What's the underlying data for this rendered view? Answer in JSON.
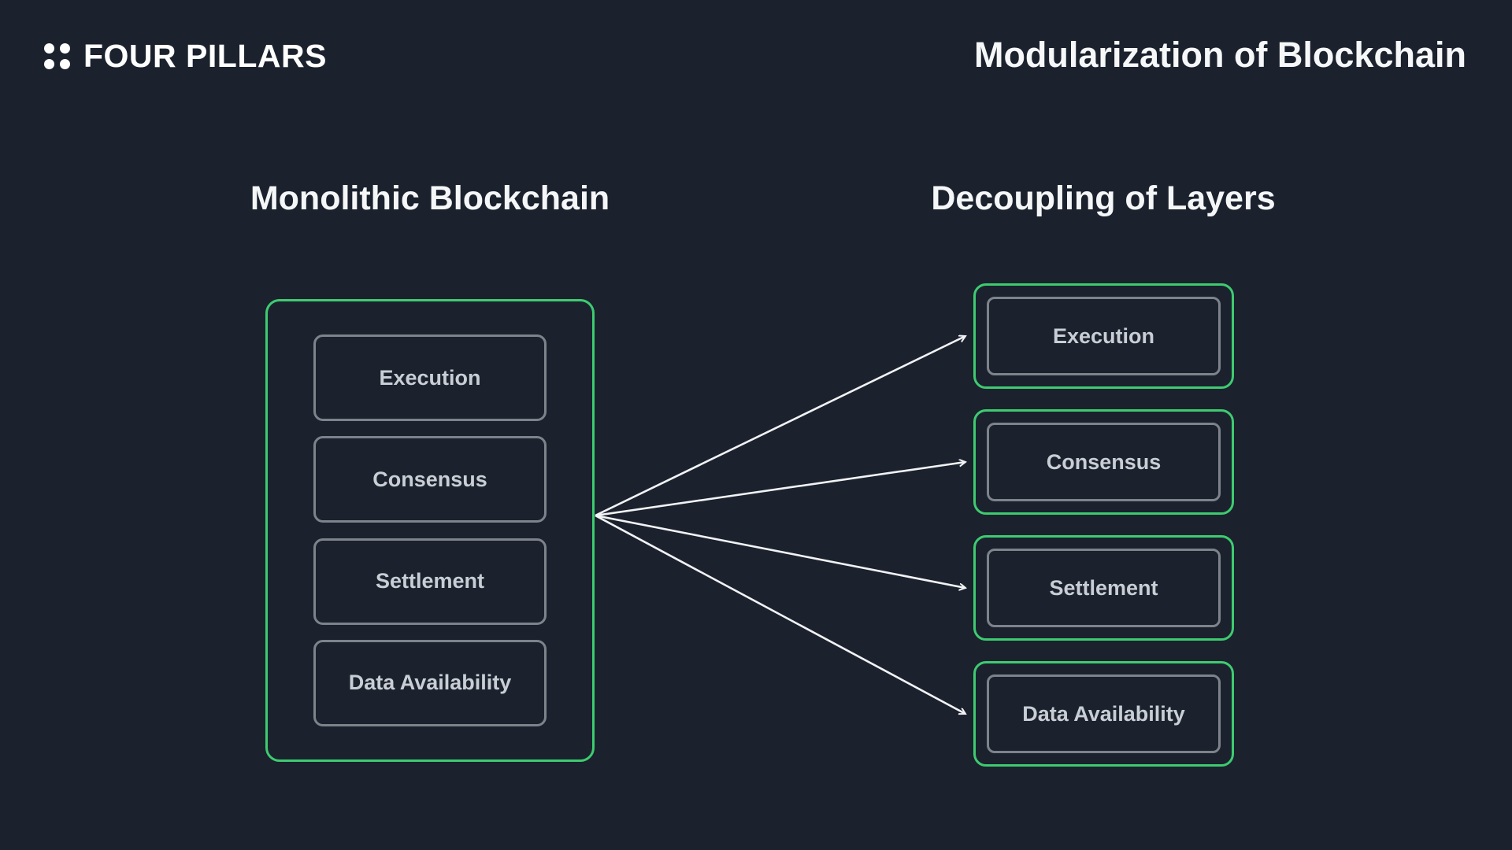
{
  "header": {
    "brand": "FOUR PILLARS",
    "title": "Modularization of Blockchain"
  },
  "diagram": {
    "left": {
      "heading": "Monolithic Blockchain",
      "layers": [
        "Execution",
        "Consensus",
        "Settlement",
        "Data Availability"
      ]
    },
    "right": {
      "heading": "Decoupling of Layers",
      "layers": [
        "Execution",
        "Consensus",
        "Settlement",
        "Data Availability"
      ]
    },
    "arrows": {
      "count": 4,
      "from": "monolithic-container-right-edge",
      "to": "each-decoupled-layer"
    }
  },
  "icons": {
    "logo": "four-dots-icon"
  },
  "colors": {
    "background": "#1b222e",
    "accent_green": "#3ecb70",
    "border_gray": "#7e838b",
    "label_text": "#c9ced5",
    "heading_text": "#f6f7f8",
    "arrow": "#f2f3f5"
  }
}
